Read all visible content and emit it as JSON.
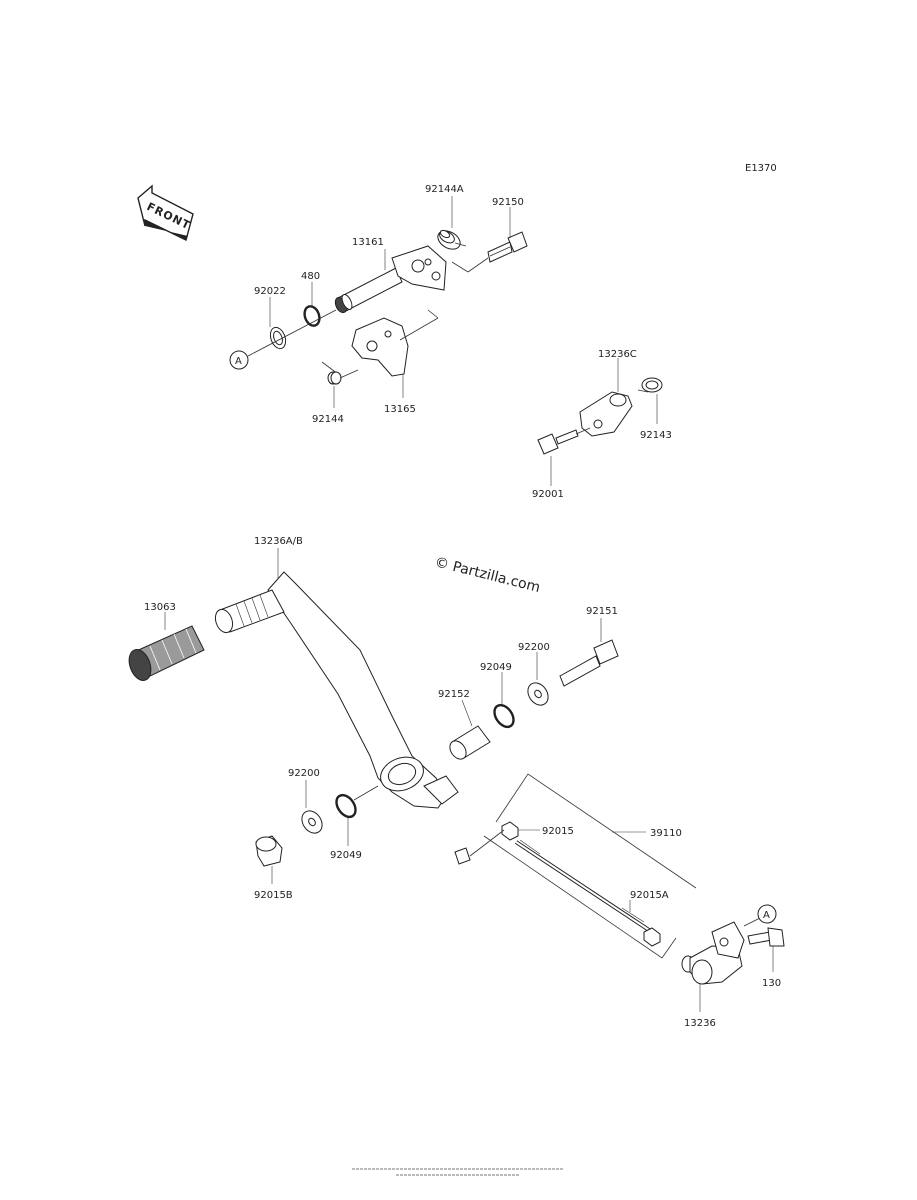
{
  "diagram_code": "E1370",
  "front_label": "FRONT",
  "watermark": "© Partzilla.com",
  "ref_marker": "A",
  "parts": {
    "p92144A": "92144A",
    "p92150": "92150",
    "p13161": "13161",
    "p480": "480",
    "p92022": "92022",
    "p92144": "92144",
    "p13165": "13165",
    "p13236C": "13236C",
    "p92143": "92143",
    "p92001": "92001",
    "p13236AB": "13236A/B",
    "p13063": "13063",
    "p92151": "92151",
    "p92200_upper": "92200",
    "p92049_upper": "92049",
    "p92152": "92152",
    "p92200_lower": "92200",
    "p92049_lower": "92049",
    "p92015B": "92015B",
    "p92015": "92015",
    "p39110": "39110",
    "p92015A": "92015A",
    "p130": "130",
    "p13236": "13236"
  }
}
